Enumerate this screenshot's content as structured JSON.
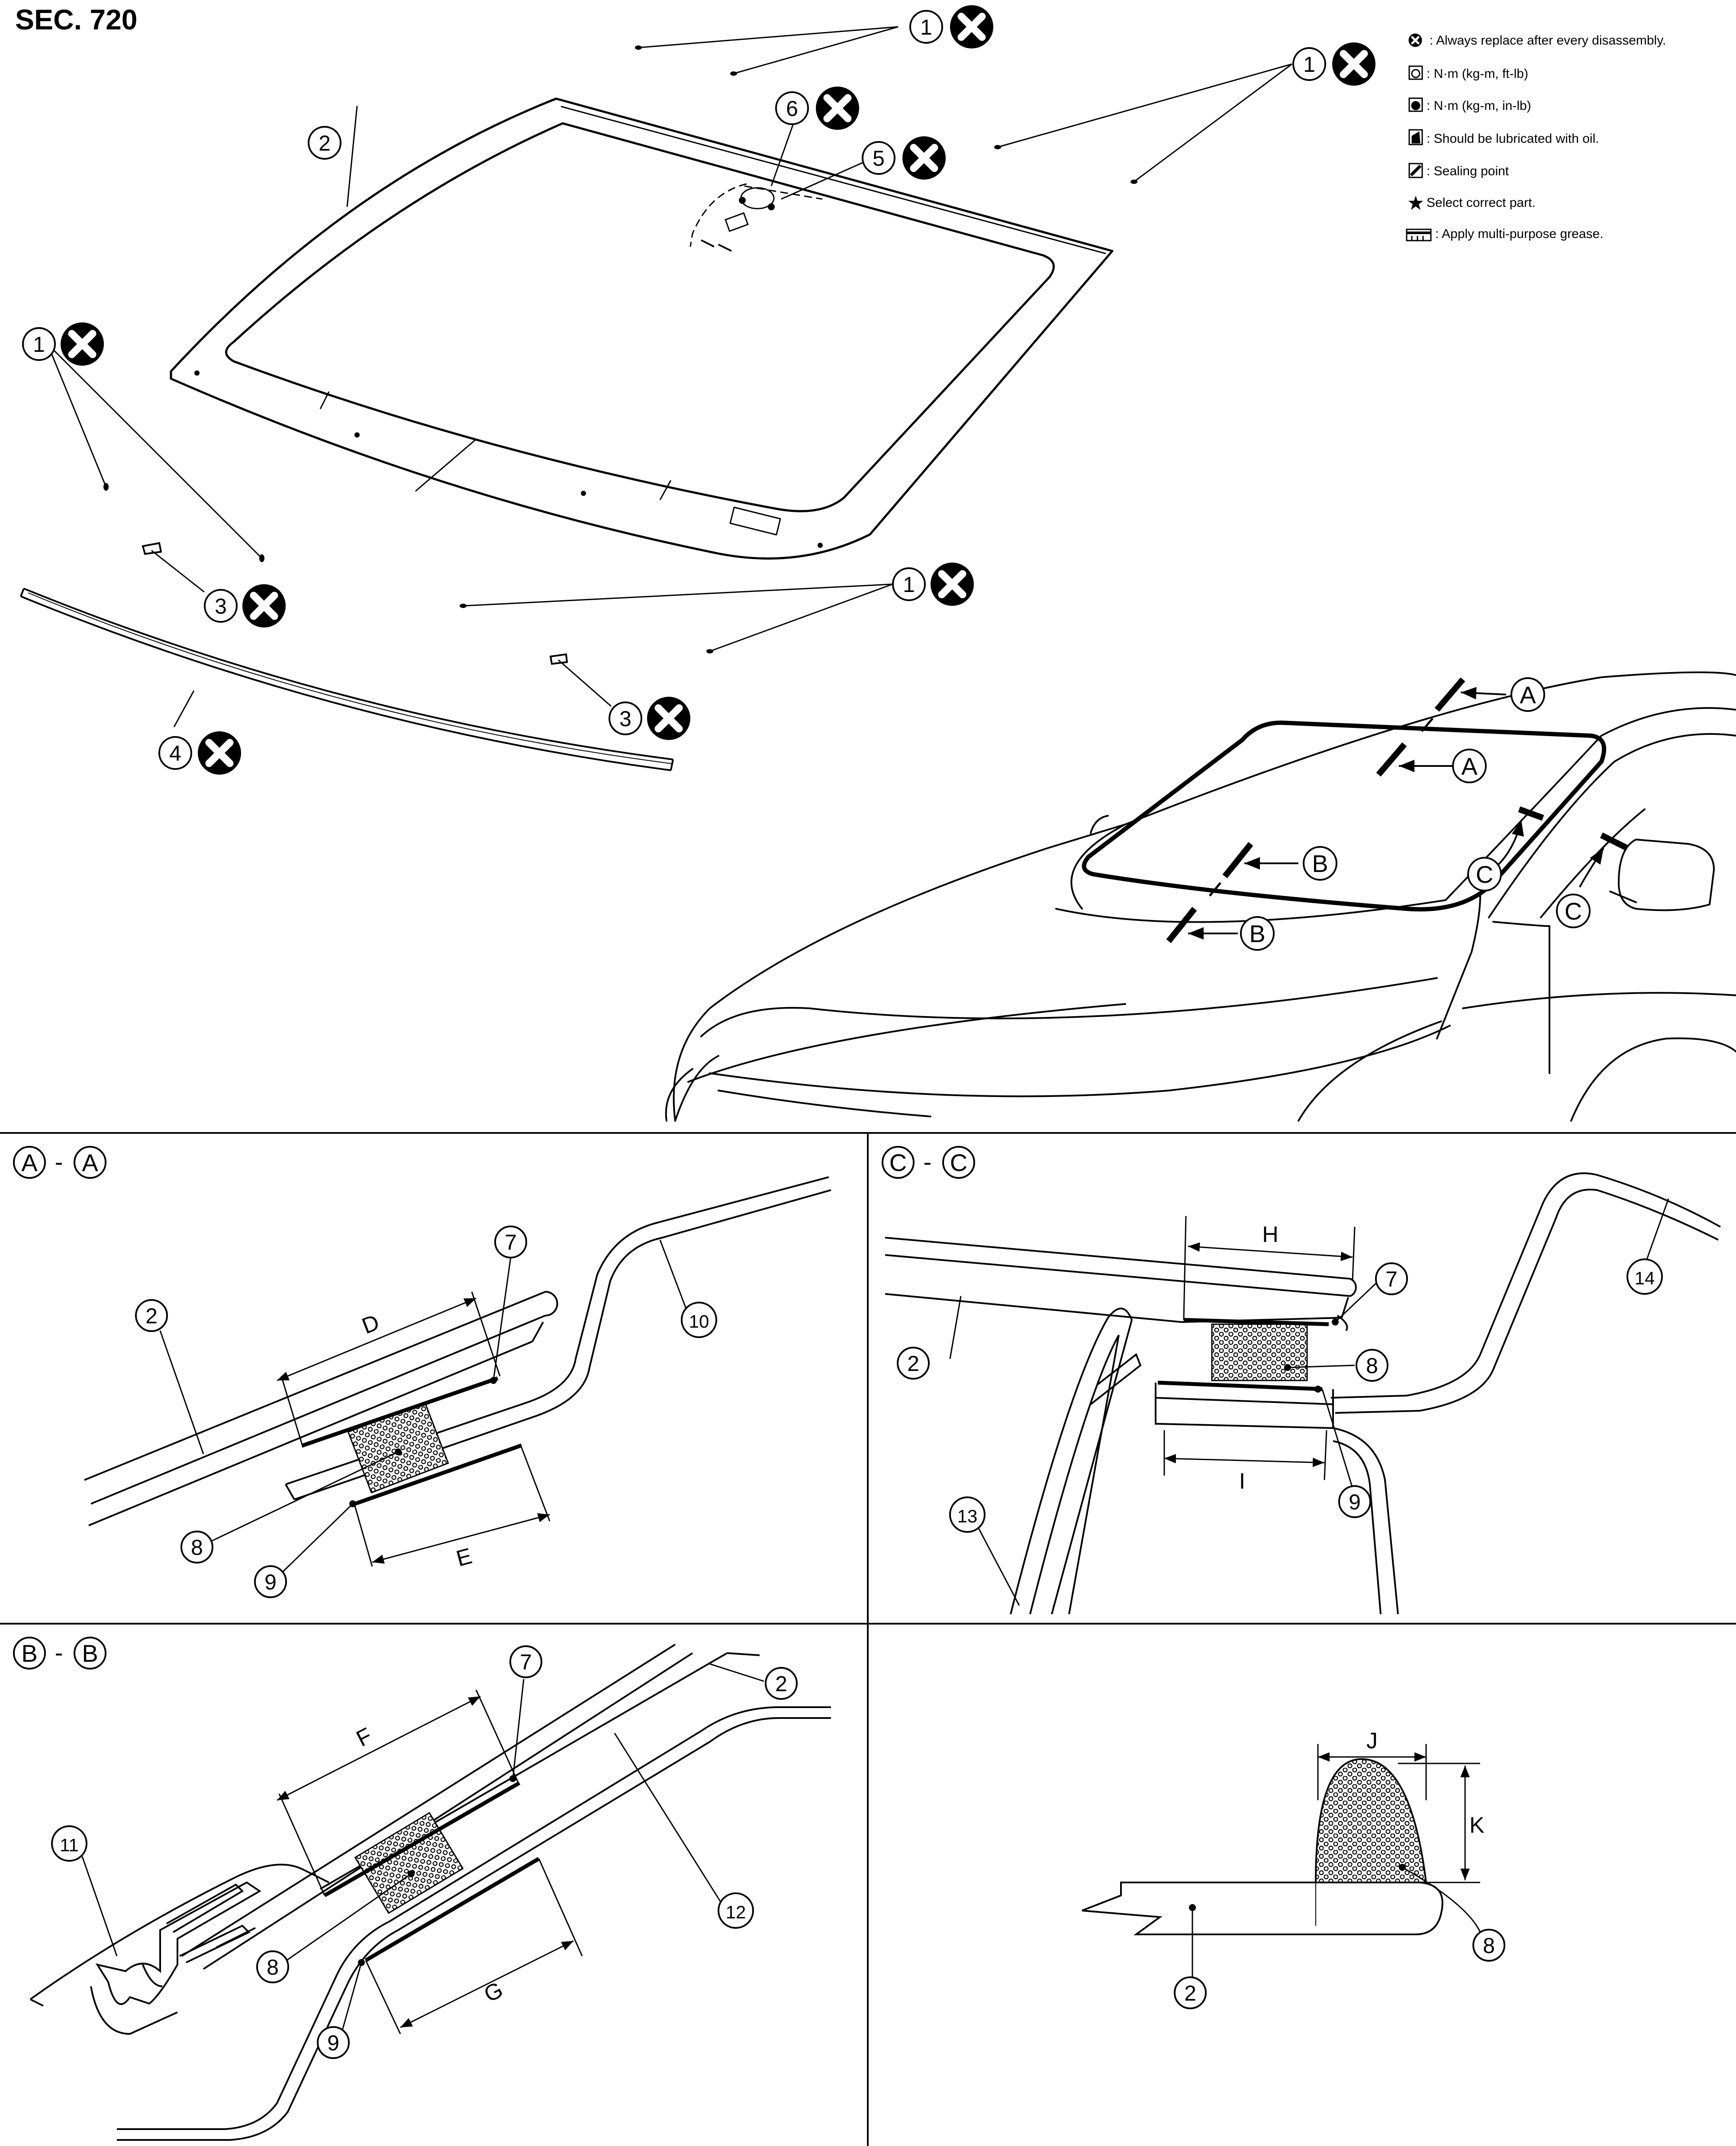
{
  "section_title": "SEC. 720",
  "legend": [
    {
      "icon": "replace-x-icon",
      "text": ": Always replace after every disassembly."
    },
    {
      "icon": "torque-ftlb-icon",
      "text": ": N·m (kg-m, ft-lb)"
    },
    {
      "icon": "torque-inlb-icon",
      "text": ": N·m (kg-m, in-lb)"
    },
    {
      "icon": "oil-can-icon",
      "text": ": Should be lubricated with oil."
    },
    {
      "icon": "sealing-point-icon",
      "text": ": Sealing point"
    },
    {
      "icon": "star-icon",
      "text": "Select correct part."
    },
    {
      "icon": "grease-icon",
      "text": ": Apply multi-purpose grease."
    }
  ],
  "section_headers": {
    "aa": {
      "left": "A",
      "dash": "-",
      "right": "A"
    },
    "bb": {
      "left": "B",
      "dash": "-",
      "right": "B"
    },
    "cc": {
      "left": "C",
      "dash": "-",
      "right": "C"
    }
  },
  "section_marker_labels": {
    "a": "A",
    "b": "B",
    "c": "C"
  },
  "part_numbers": {
    "p1": "1",
    "p2": "2",
    "p3": "3",
    "p4": "4",
    "p5": "5",
    "p6": "6",
    "p7": "7",
    "p8": "8",
    "p9": "9",
    "p10": "10",
    "p11": "11",
    "p12": "12",
    "p13": "13",
    "p14": "14"
  },
  "dimension_labels": {
    "d": "D",
    "e": "E",
    "f": "F",
    "g": "G",
    "h": "H",
    "i": "I",
    "j": "J",
    "k": "K"
  },
  "colors": {
    "ink": "#000000",
    "paper": "#ffffff"
  }
}
